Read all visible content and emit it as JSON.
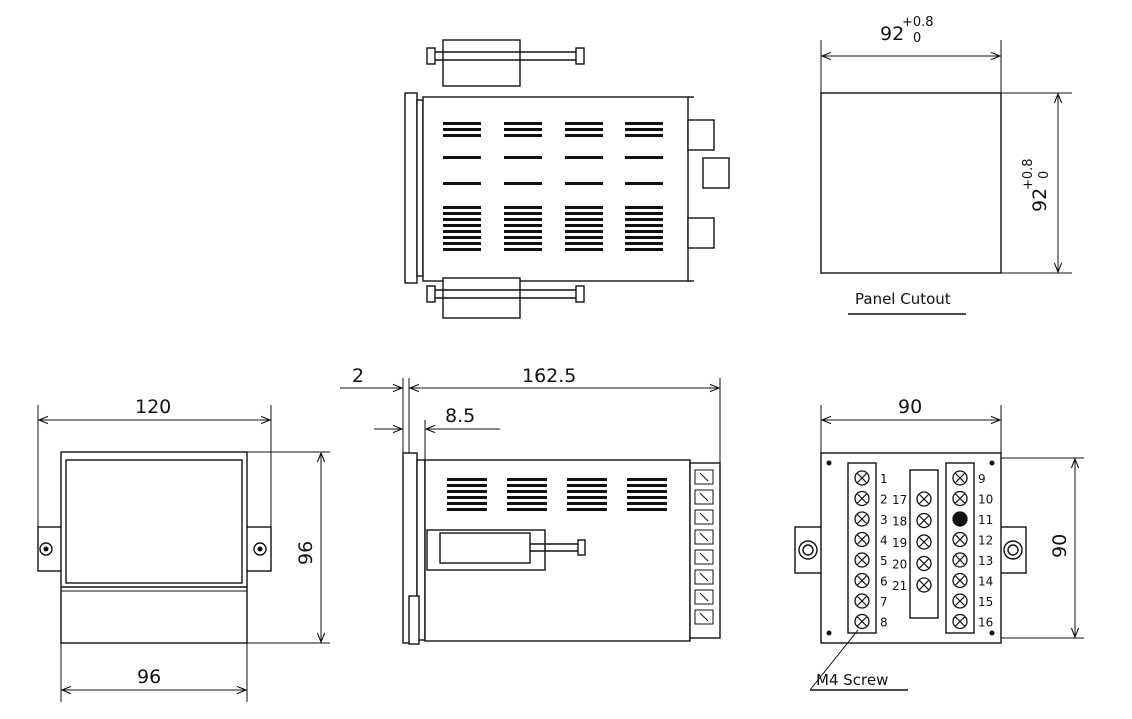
{
  "panel_cutout": {
    "width_dim": {
      "nominal": "92",
      "tol_upper": "+0.8",
      "tol_lower": "0"
    },
    "height_dim": {
      "nominal": "92",
      "tol_upper": "+0.8",
      "tol_lower": "0"
    },
    "label": "Panel Cutout"
  },
  "front_view": {
    "width_top": "120",
    "height": "96",
    "width_bottom": "96"
  },
  "side_view": {
    "panel_thickness": "2",
    "depth": "162.5",
    "bezel": "8.5"
  },
  "rear_view": {
    "width": "90",
    "height": "90",
    "screw_label": "M4 Screw",
    "terminals_left": [
      "1",
      "2",
      "3",
      "4",
      "5",
      "6",
      "7",
      "8"
    ],
    "terminals_mid": [
      "17",
      "18",
      "19",
      "20",
      "21"
    ],
    "terminals_right": [
      "9",
      "10",
      "11",
      "12",
      "13",
      "14",
      "15",
      "16"
    ]
  }
}
